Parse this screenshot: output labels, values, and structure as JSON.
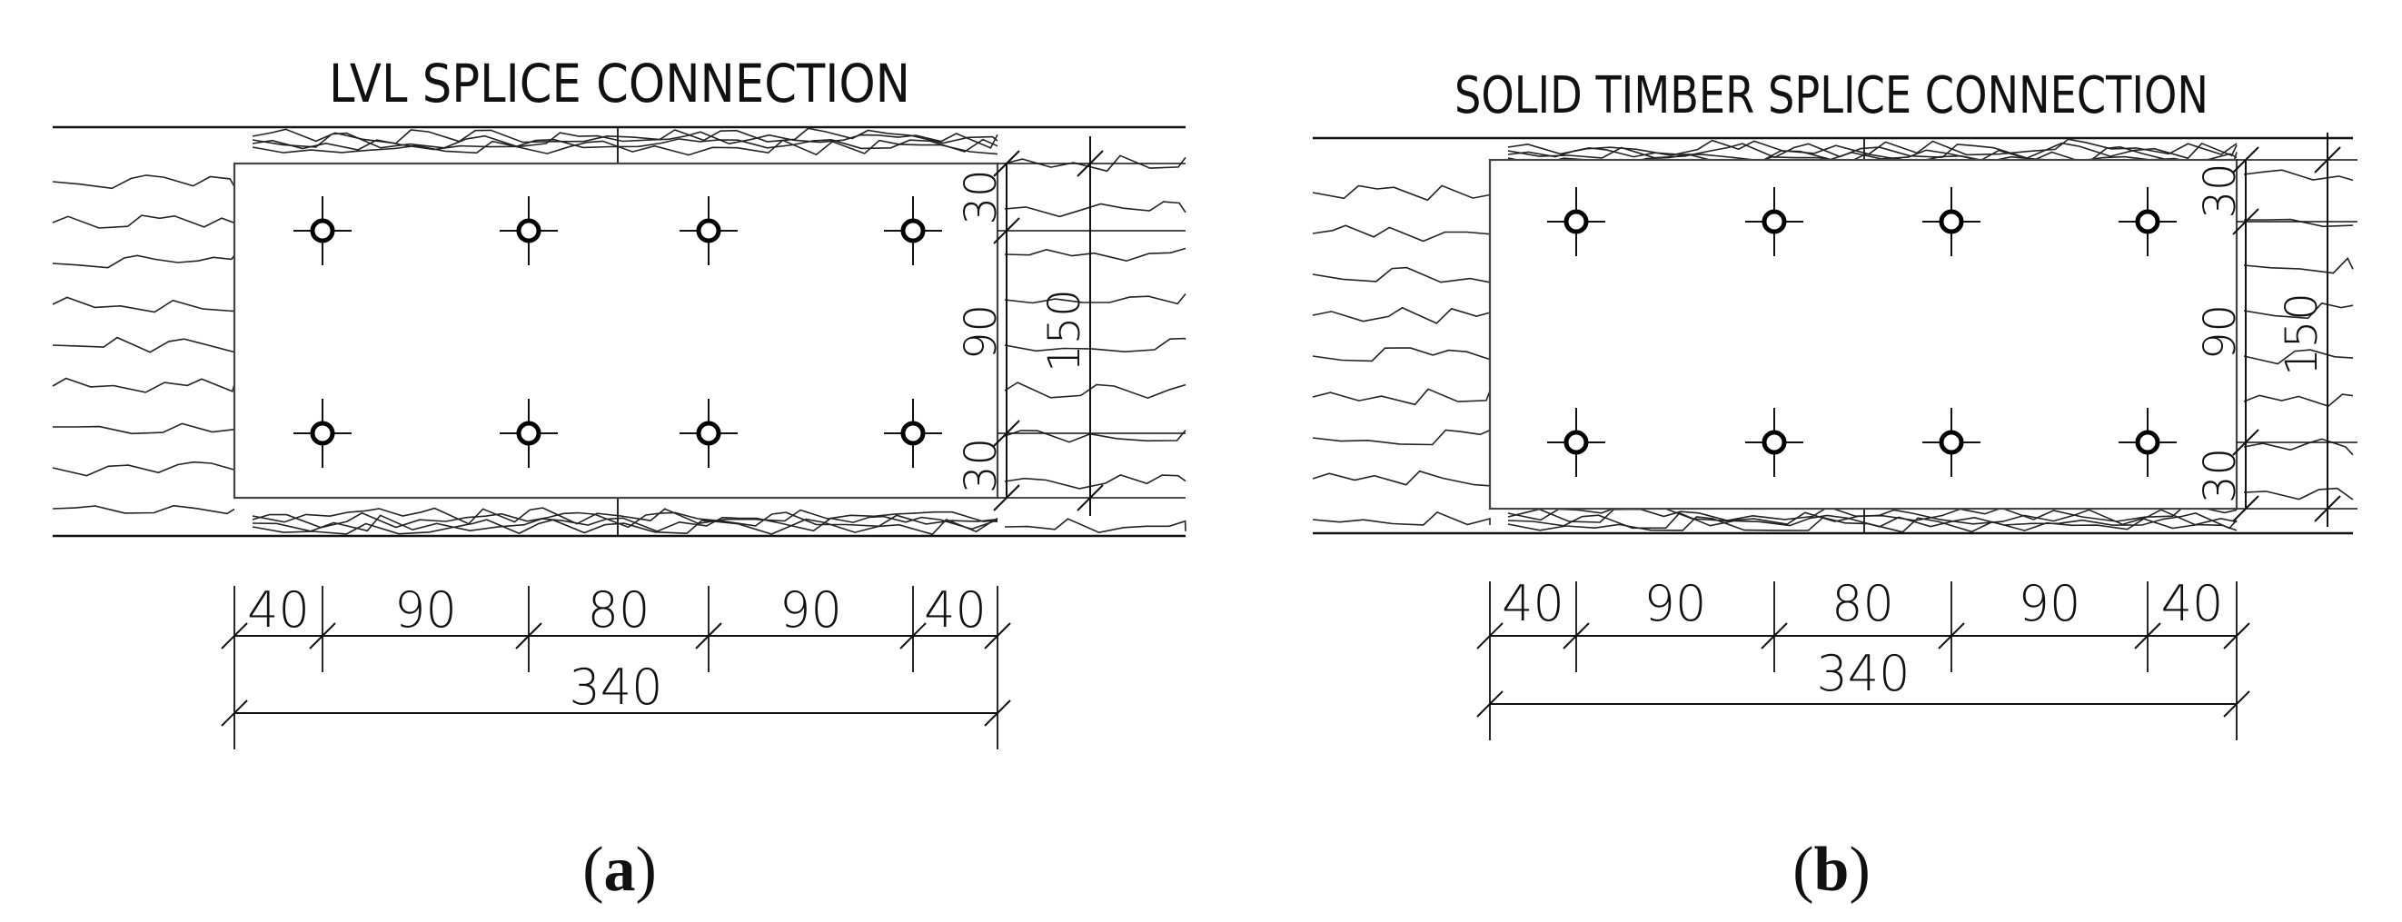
{
  "panels": [
    {
      "id": "a",
      "title": "LVL SPLICE CONNECTION",
      "caption_paren_open": "(",
      "caption_letter": "a",
      "caption_paren_close": ")",
      "bolt_rows": 2,
      "bolt_cols": 4,
      "horizontal_dims": [
        "40",
        "90",
        "80",
        "90",
        "40"
      ],
      "horizontal_total": "340",
      "vertical_dims": [
        "30",
        "90",
        "30"
      ],
      "vertical_total": "150"
    },
    {
      "id": "b",
      "title": "SOLID TIMBER SPLICE CONNECTION",
      "caption_paren_open": "(",
      "caption_letter": "b",
      "caption_paren_close": ")",
      "bolt_rows": 2,
      "bolt_cols": 4,
      "horizontal_dims": [
        "40",
        "90",
        "80",
        "90",
        "40"
      ],
      "horizontal_total": "340",
      "vertical_dims": [
        "30",
        "90",
        "30"
      ],
      "vertical_total": "150"
    }
  ]
}
